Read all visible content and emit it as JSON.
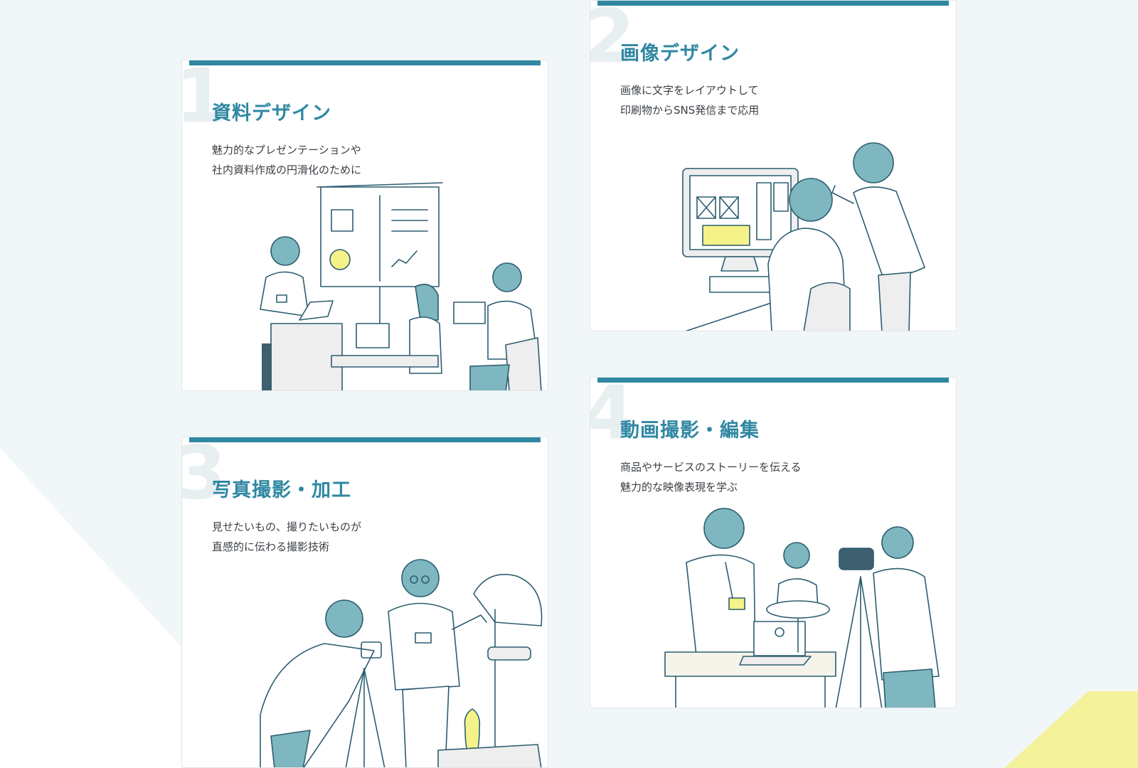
{
  "colors": {
    "accent": "#2f87a2",
    "background": "#f1f7f9",
    "illustration_teal": "#7eb7bf",
    "highlight_yellow": "#f6f28a"
  },
  "cards": [
    {
      "number": "1",
      "title": "資料デザイン",
      "desc_line1": "魅力的なプレゼンテーションや",
      "desc_line2": "社内資料作成の円滑化のために",
      "illustration": "presentation-meeting-illustration"
    },
    {
      "number": "2",
      "title": "画像デザイン",
      "desc_line1": "画像に文字をレイアウトして",
      "desc_line2": "印刷物からSNS発信まで応用",
      "illustration": "image-design-computer-illustration"
    },
    {
      "number": "3",
      "title": "写真撮影・加工",
      "desc_line1": "見せたいもの、撮りたいものが",
      "desc_line2": "直感的に伝わる撮影技術",
      "illustration": "photo-shooting-illustration"
    },
    {
      "number": "4",
      "title": "動画撮影・編集",
      "desc_line1": "商品やサービスのストーリーを伝える",
      "desc_line2": "魅力的な映像表現を学ぶ",
      "illustration": "video-shooting-illustration"
    }
  ]
}
